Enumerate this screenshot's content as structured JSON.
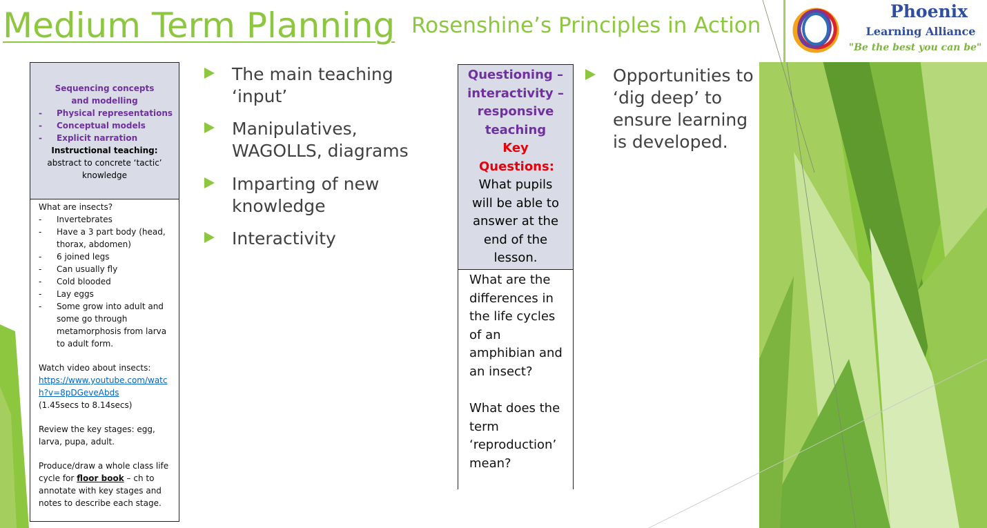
{
  "header": {
    "title": "Medium Term Planning",
    "subtitle": "Rosenshine’s Principles in Action"
  },
  "logo": {
    "name": "Phoenix",
    "sub": "Learning Alliance",
    "tagline": "\"Be the best you can be\""
  },
  "colors": {
    "accent": "#8DC63F",
    "text": "#404040",
    "logo_blue": "#2F4E9E",
    "purple": "#7030A0",
    "red": "#E8000B",
    "table_head": "#D9DCE6"
  },
  "doc1": {
    "heading": "Sequencing concepts and modelling",
    "list": [
      {
        "dash": "-",
        "text": "Physical representations"
      },
      {
        "dash": "-",
        "text": "Conceptual models"
      },
      {
        "dash": "-",
        "text": "Explicit narration"
      }
    ],
    "instr_label": "Instructional teaching:",
    "instr_text": "abstract to concrete ‘tactic’ knowledge",
    "question": "What are insects?",
    "facts": [
      {
        "dash": "-",
        "text": "Invertebrates"
      },
      {
        "dash": "-",
        "text": "Have a 3 part body (head, thorax, abdomen)"
      },
      {
        "dash": "-",
        "text": "6 joined legs"
      },
      {
        "dash": "-",
        "text": "Can usually fly"
      },
      {
        "dash": "-",
        "text": "Cold blooded"
      },
      {
        "dash": "-",
        "text": "Lay eggs"
      },
      {
        "dash": "-",
        "text": "Some grow into adult and some go through metamorphosis from larva to adult form."
      }
    ],
    "video_label": "Watch video about insects:",
    "video_link": "https://www.youtube.com/watch?v=8pDGeveAbds",
    "video_time": "(1.45secs to 8.14secs)",
    "review": "Review the key stages: egg, larva, pupa, adult.",
    "produce_a": "Produce/draw a whole class life cycle for",
    "produce_bold": "floor book",
    "produce_b": "– ch to annotate with key stages and notes to describe each stage."
  },
  "bullets1": [
    "The main teaching ‘input’",
    "Manipulatives, WAGOLLS, diagrams",
    "Imparting of new knowledge",
    "Interactivity"
  ],
  "doc2": {
    "heading": "Questioning – interactivity – responsive teaching",
    "key_label": "Key Questions:",
    "key_text": "What pupils will be able to answer at the end of the lesson.",
    "q1": "What are the differences in the life cycles of an amphibian and an insect?",
    "q2": "What does the term ‘reproduction’ mean?"
  },
  "bullets2": [
    "Opportunities to ‘dig deep’ to ensure learning is developed."
  ]
}
